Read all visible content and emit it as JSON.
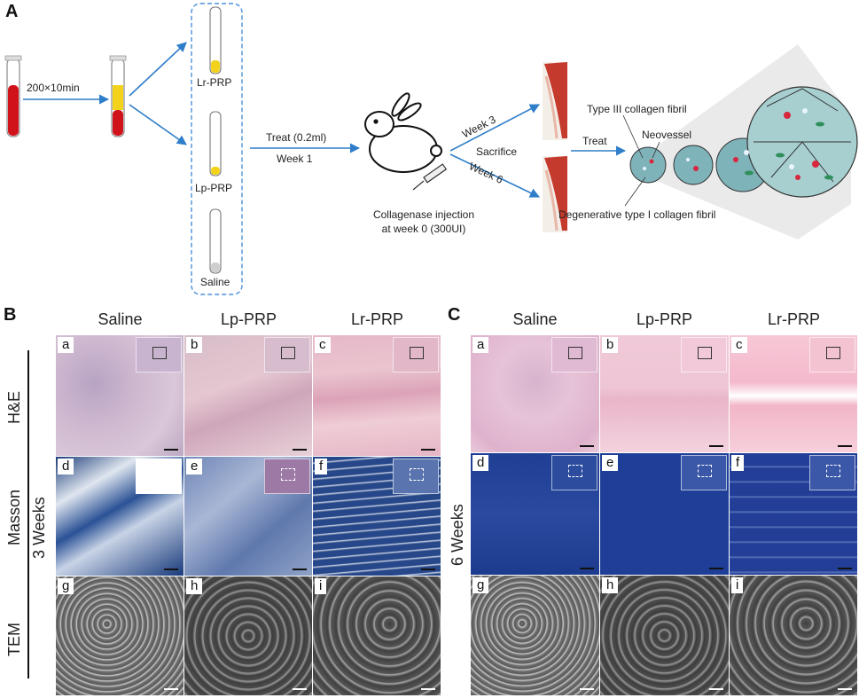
{
  "panel_a": {
    "letter": "A",
    "centrifuge": "200×10min",
    "tube_labels": [
      "Lr-PRP",
      "Lp-PRP",
      "Saline"
    ],
    "treat_label": "Treat (0.2ml)",
    "week1_label": "Week 1",
    "injection_line1": "Collagenase injection",
    "injection_line2": "at week 0 (300UI)",
    "week3_label": "Week 3",
    "week6_label": "Week 6",
    "sacrifice_label": "Sacrifice",
    "treat2_label": "Treat",
    "type3_label": "Type III collagen fibril",
    "neovessel_label": "Neovessel",
    "degen_label": "Degenerative type I collagen fibril"
  },
  "panel_b": {
    "letter": "B",
    "columns": [
      "Saline",
      "Lp-PRP",
      "Lr-PRP"
    ],
    "rows": [
      "H&E",
      "Masson",
      "TEM"
    ],
    "time_label": "3 Weeks",
    "tile_letters": [
      "a",
      "b",
      "c",
      "d",
      "e",
      "f",
      "g",
      "h",
      "i"
    ]
  },
  "panel_c": {
    "letter": "C",
    "columns": [
      "Saline",
      "Lp-PRP",
      "Lr-PRP"
    ],
    "time_label": "6 Weeks",
    "tile_letters": [
      "a",
      "b",
      "c",
      "d",
      "e",
      "f",
      "g",
      "h",
      "i"
    ]
  },
  "colors": {
    "arrow": "#2f7ec9",
    "blood": "#d0121b",
    "plasma": "#f2d21a",
    "dashed_box": "#4a90d9",
    "fascicle": "#7fb3ba"
  }
}
